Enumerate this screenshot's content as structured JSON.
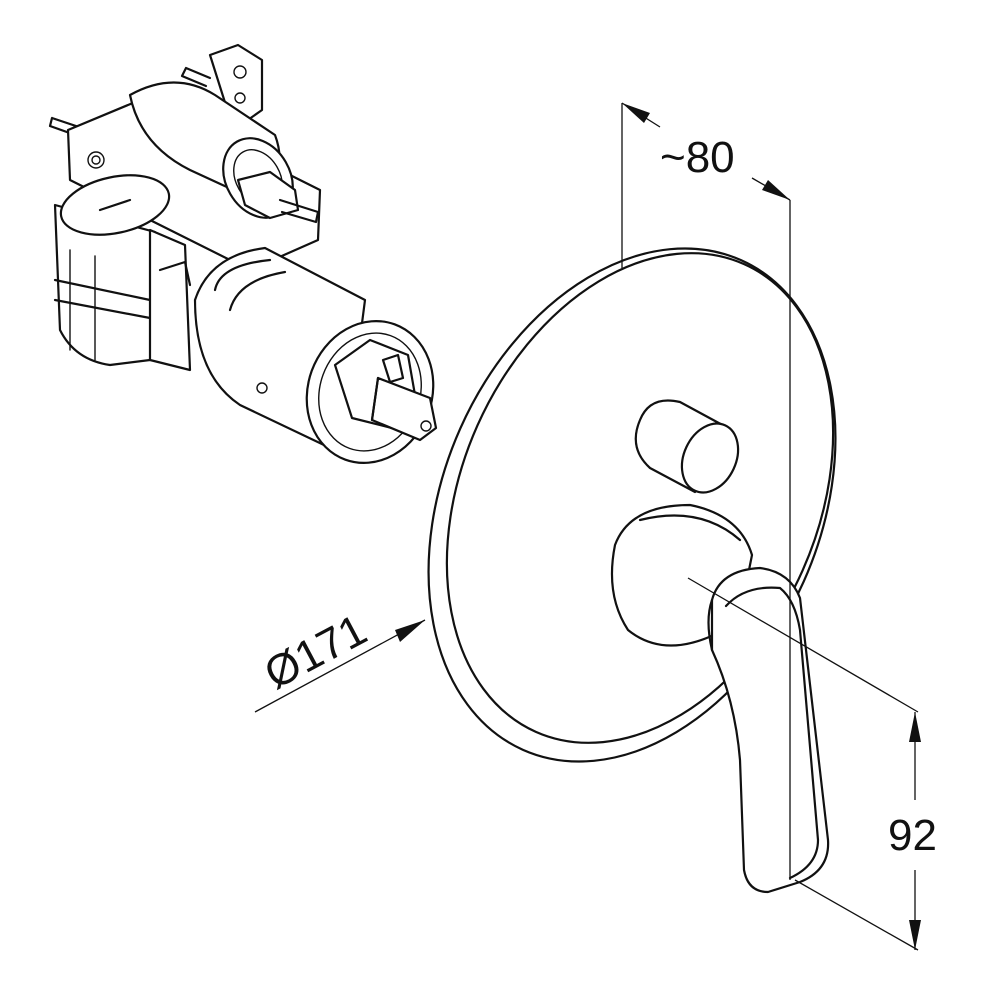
{
  "dimensions": {
    "depth_label": "~80",
    "diameter_label": "Ø171",
    "lever_height_label": "92"
  },
  "parts": {
    "rough_in_body": "rough-in-body",
    "cover_plate": "cover-plate",
    "diverter_knob": "diverter-knob",
    "lever_handle": "lever-handle"
  }
}
